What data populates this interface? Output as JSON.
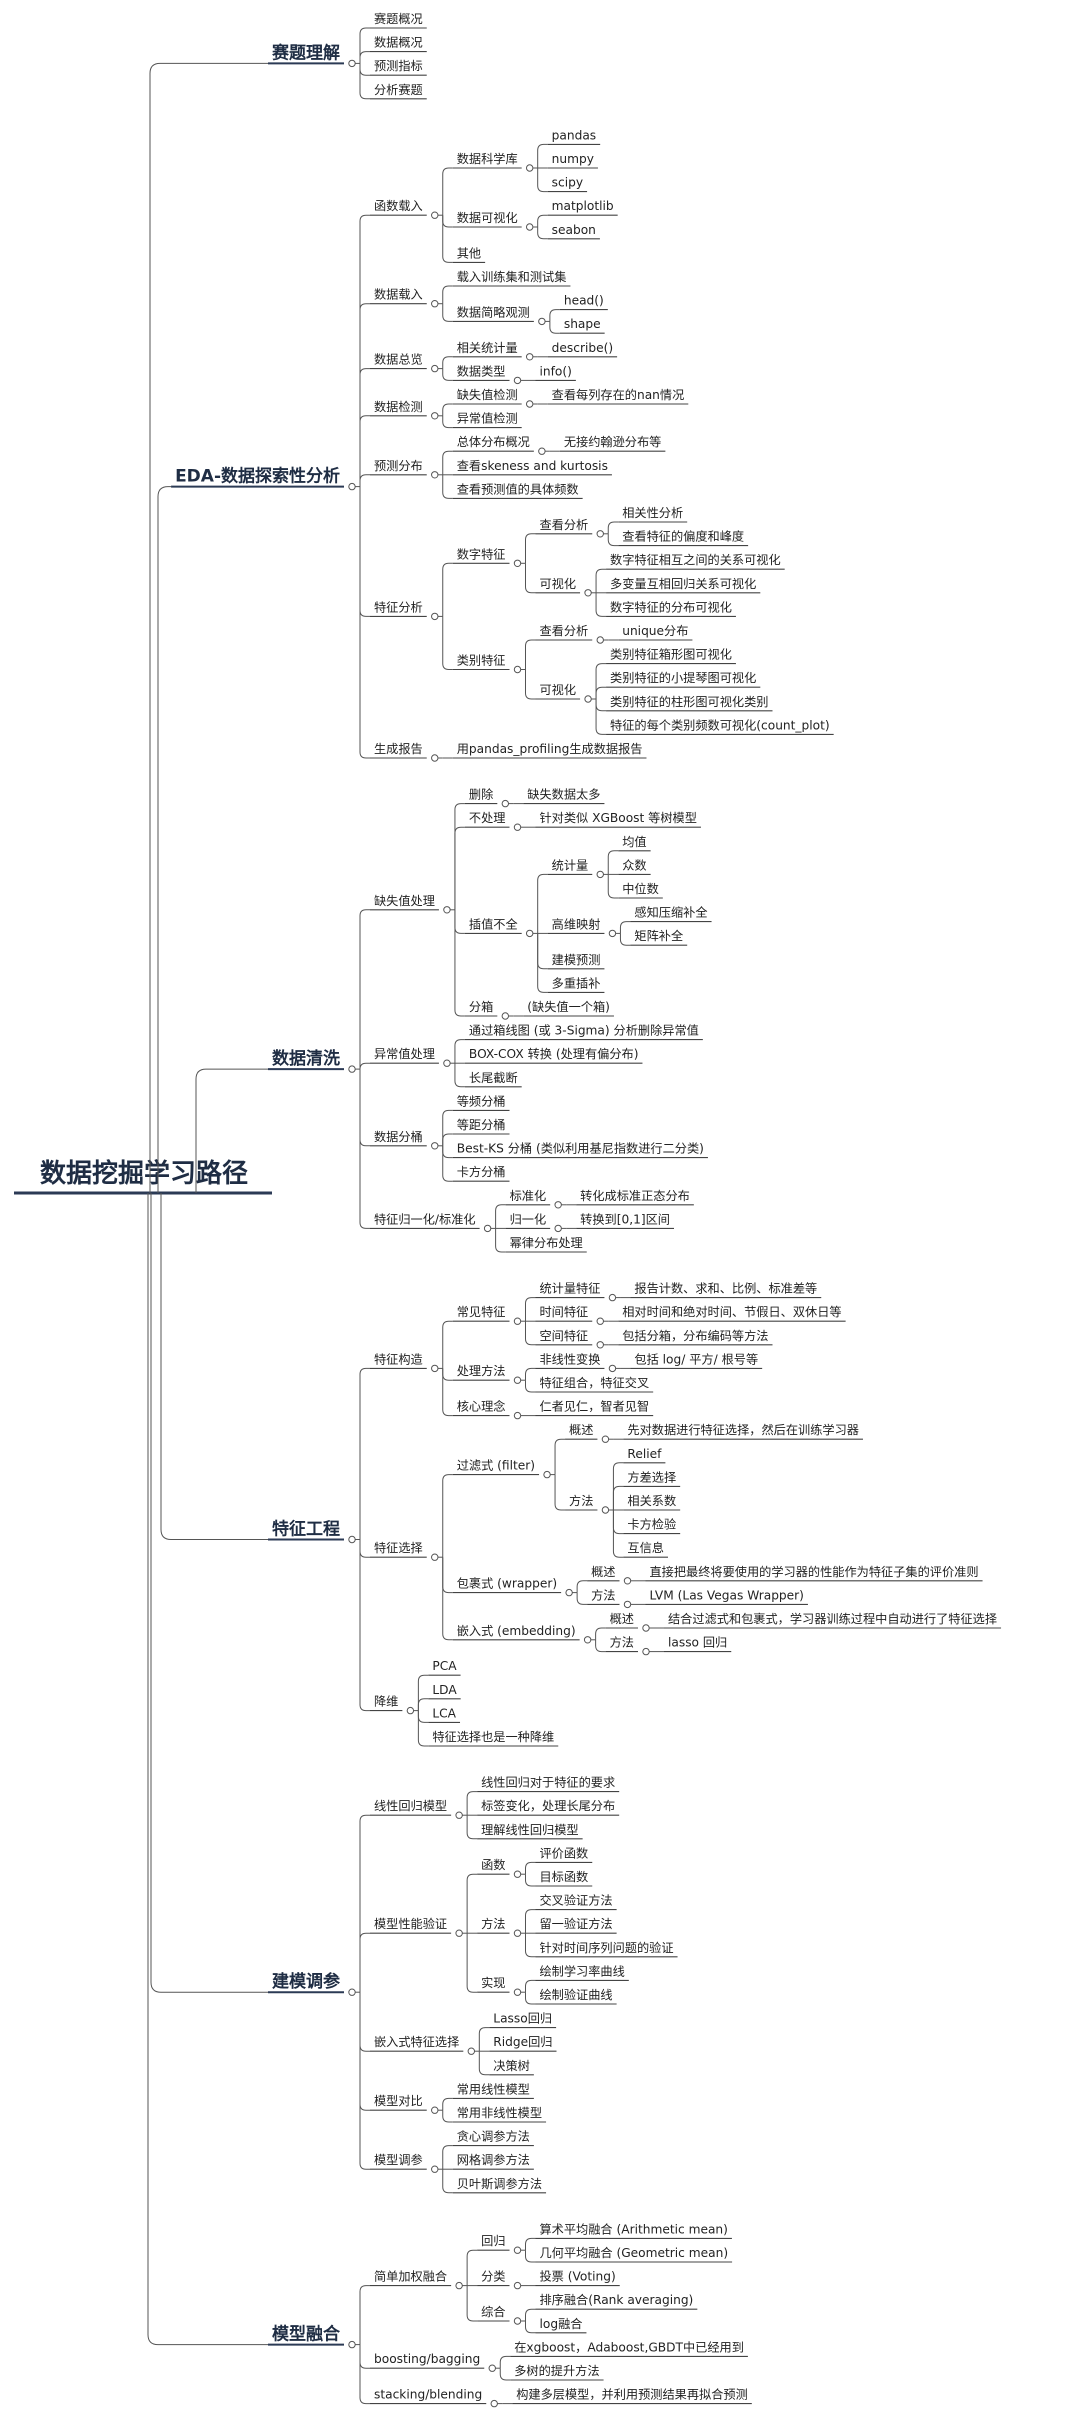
{
  "root": "数据挖掘学习路径",
  "branches": [
    {
      "label": "赛题理解",
      "children": [
        {
          "label": "赛题概况"
        },
        {
          "label": "数据概况"
        },
        {
          "label": "预测指标"
        },
        {
          "label": "分析赛题"
        }
      ]
    },
    {
      "label": "EDA-数据探索性分析",
      "children": [
        {
          "label": "函数载入",
          "children": [
            {
              "label": "数据科学库",
              "children": [
                {
                  "label": "pandas"
                },
                {
                  "label": "numpy"
                },
                {
                  "label": "scipy"
                }
              ]
            },
            {
              "label": "数据可视化",
              "children": [
                {
                  "label": "matplotlib"
                },
                {
                  "label": "seabon"
                }
              ]
            },
            {
              "label": "其他"
            }
          ]
        },
        {
          "label": "数据载入",
          "children": [
            {
              "label": "载入训练集和测试集"
            },
            {
              "label": "数据简略观测",
              "children": [
                {
                  "label": "head()"
                },
                {
                  "label": "shape"
                }
              ]
            }
          ]
        },
        {
          "label": "数据总览",
          "children": [
            {
              "label": "相关统计量",
              "children": [
                {
                  "label": "describe()"
                }
              ]
            },
            {
              "label": "数据类型",
              "children": [
                {
                  "label": "info()"
                }
              ]
            }
          ]
        },
        {
          "label": "数据检测",
          "children": [
            {
              "label": "缺失值检测",
              "children": [
                {
                  "label": "查看每列存在的nan情况"
                }
              ]
            },
            {
              "label": "异常值检测"
            }
          ]
        },
        {
          "label": "预测分布",
          "children": [
            {
              "label": "总体分布概况",
              "children": [
                {
                  "label": "无接约翰逊分布等"
                }
              ]
            },
            {
              "label": "查看skeness and kurtosis"
            },
            {
              "label": "查看预测值的具体频数"
            }
          ]
        },
        {
          "label": "特征分析",
          "children": [
            {
              "label": "数字特征",
              "children": [
                {
                  "label": "查看分析",
                  "children": [
                    {
                      "label": "相关性分析"
                    },
                    {
                      "label": "查看特征的偏度和峰度"
                    }
                  ]
                },
                {
                  "label": "可视化",
                  "children": [
                    {
                      "label": "数字特征相互之间的关系可视化"
                    },
                    {
                      "label": "多变量互相回归关系可视化"
                    },
                    {
                      "label": "数字特征的分布可视化"
                    }
                  ]
                }
              ]
            },
            {
              "label": "类别特征",
              "children": [
                {
                  "label": "查看分析",
                  "children": [
                    {
                      "label": "unique分布"
                    }
                  ]
                },
                {
                  "label": "可视化",
                  "children": [
                    {
                      "label": "类别特征箱形图可视化"
                    },
                    {
                      "label": "类别特征的小提琴图可视化"
                    },
                    {
                      "label": "类别特征的柱形图可视化类别"
                    },
                    {
                      "label": "特征的每个类别频数可视化(count_plot)"
                    }
                  ]
                }
              ]
            }
          ]
        },
        {
          "label": "生成报告",
          "children": [
            {
              "label": "用pandas_profiling生成数据报告"
            }
          ]
        }
      ]
    },
    {
      "label": "数据清洗",
      "children": [
        {
          "label": "缺失值处理",
          "children": [
            {
              "label": "删除",
              "children": [
                {
                  "label": "缺失数据太多"
                }
              ]
            },
            {
              "label": "不处理",
              "children": [
                {
                  "label": "针对类似 XGBoost 等树模型"
                }
              ]
            },
            {
              "label": "插值不全",
              "children": [
                {
                  "label": "统计量",
                  "children": [
                    {
                      "label": "均值"
                    },
                    {
                      "label": "众数"
                    },
                    {
                      "label": "中位数"
                    }
                  ]
                },
                {
                  "label": "高维映射",
                  "children": [
                    {
                      "label": "感知压缩补全"
                    },
                    {
                      "label": "矩阵补全"
                    }
                  ]
                },
                {
                  "label": "建模预测"
                },
                {
                  "label": "多重插补"
                }
              ]
            },
            {
              "label": "分箱",
              "children": [
                {
                  "label": "(缺失值一个箱)"
                }
              ]
            }
          ]
        },
        {
          "label": "异常值处理",
          "children": [
            {
              "label": "通过箱线图 (或 3-Sigma) 分析删除异常值"
            },
            {
              "label": "BOX-COX 转换 (处理有偏分布)"
            },
            {
              "label": "长尾截断"
            }
          ]
        },
        {
          "label": "数据分桶",
          "children": [
            {
              "label": "等频分桶"
            },
            {
              "label": "等距分桶"
            },
            {
              "label": "Best-KS 分桶 (类似利用基尼指数进行二分类)"
            },
            {
              "label": "卡方分桶"
            }
          ]
        },
        {
          "label": "特征归一化/标准化",
          "children": [
            {
              "label": "标准化",
              "children": [
                {
                  "label": "转化成标准正态分布"
                }
              ]
            },
            {
              "label": "归一化",
              "children": [
                {
                  "label": "转换到[0,1]区间"
                }
              ]
            },
            {
              "label": "幂律分布处理"
            }
          ]
        }
      ]
    },
    {
      "label": "特征工程",
      "children": [
        {
          "label": "特征构造",
          "children": [
            {
              "label": "常见特征",
              "children": [
                {
                  "label": "统计量特征",
                  "children": [
                    {
                      "label": "报告计数、求和、比例、标准差等"
                    }
                  ]
                },
                {
                  "label": "时间特征",
                  "children": [
                    {
                      "label": "相对时间和绝对时间、节假日、双休日等"
                    }
                  ]
                },
                {
                  "label": "空间特征",
                  "children": [
                    {
                      "label": "包括分箱，分布编码等方法"
                    }
                  ]
                }
              ]
            },
            {
              "label": "处理方法",
              "children": [
                {
                  "label": "非线性变换",
                  "children": [
                    {
                      "label": "包括 log/ 平方/ 根号等"
                    }
                  ]
                },
                {
                  "label": "特征组合，特征交叉"
                }
              ]
            },
            {
              "label": "核心理念",
              "children": [
                {
                  "label": "仁者见仁，智者见智"
                }
              ]
            }
          ]
        },
        {
          "label": "特征选择",
          "children": [
            {
              "label": "过滤式 (filter)",
              "children": [
                {
                  "label": "概述",
                  "children": [
                    {
                      "label": "先对数据进行特征选择，然后在训练学习器"
                    }
                  ]
                },
                {
                  "label": "方法",
                  "children": [
                    {
                      "label": "Relief"
                    },
                    {
                      "label": "方差选择"
                    },
                    {
                      "label": "相关系数"
                    },
                    {
                      "label": "卡方检验"
                    },
                    {
                      "label": "互信息"
                    }
                  ]
                }
              ]
            },
            {
              "label": "包裹式 (wrapper)",
              "children": [
                {
                  "label": "概述",
                  "children": [
                    {
                      "label": "直接把最终将要使用的学习器的性能作为特征子集的评价准则"
                    }
                  ]
                },
                {
                  "label": "方法",
                  "children": [
                    {
                      "label": "LVM (Las Vegas Wrapper)"
                    }
                  ]
                }
              ]
            },
            {
              "label": "嵌入式 (embedding)",
              "children": [
                {
                  "label": "概述",
                  "children": [
                    {
                      "label": "结合过滤式和包裹式，学习器训练过程中自动进行了特征选择"
                    }
                  ]
                },
                {
                  "label": "方法",
                  "children": [
                    {
                      "label": "lasso 回归"
                    }
                  ]
                }
              ]
            }
          ]
        },
        {
          "label": "降维",
          "children": [
            {
              "label": "PCA"
            },
            {
              "label": "LDA"
            },
            {
              "label": "LCA"
            },
            {
              "label": "特征选择也是一种降维"
            }
          ]
        }
      ]
    },
    {
      "label": "建模调参",
      "children": [
        {
          "label": "线性回归模型",
          "children": [
            {
              "label": "线性回归对于特征的要求"
            },
            {
              "label": "标签变化，处理长尾分布"
            },
            {
              "label": "理解线性回归模型"
            }
          ]
        },
        {
          "label": "模型性能验证",
          "children": [
            {
              "label": "函数",
              "children": [
                {
                  "label": "评价函数"
                },
                {
                  "label": "目标函数"
                }
              ]
            },
            {
              "label": "方法",
              "children": [
                {
                  "label": "交叉验证方法"
                },
                {
                  "label": "留一验证方法"
                },
                {
                  "label": "针对时间序列问题的验证"
                }
              ]
            },
            {
              "label": "实现",
              "children": [
                {
                  "label": "绘制学习率曲线"
                },
                {
                  "label": "绘制验证曲线"
                }
              ]
            }
          ]
        },
        {
          "label": "嵌入式特征选择",
          "children": [
            {
              "label": "Lasso回归"
            },
            {
              "label": "Ridge回归"
            },
            {
              "label": "决策树"
            }
          ]
        },
        {
          "label": "模型对比",
          "children": [
            {
              "label": "常用线性模型"
            },
            {
              "label": "常用非线性模型"
            }
          ]
        },
        {
          "label": "模型调参",
          "children": [
            {
              "label": "贪心调参方法"
            },
            {
              "label": "网格调参方法"
            },
            {
              "label": "贝叶斯调参方法"
            }
          ]
        }
      ]
    },
    {
      "label": "模型融合",
      "children": [
        {
          "label": "简单加权融合",
          "children": [
            {
              "label": "回归",
              "children": [
                {
                  "label": "算术平均融合 (Arithmetic mean)"
                },
                {
                  "label": "几何平均融合 (Geometric mean)"
                }
              ]
            },
            {
              "label": "分类",
              "children": [
                {
                  "label": "投票 (Voting)"
                }
              ]
            },
            {
              "label": "综合",
              "children": [
                {
                  "label": "排序融合(Rank averaging)"
                },
                {
                  "label": "log融合"
                }
              ]
            }
          ]
        },
        {
          "label": "boosting/bagging",
          "children": [
            {
              "label": "在xgboost，Adaboost,GBDT中已经用到"
            },
            {
              "label": "多树的提升方法"
            }
          ]
        },
        {
          "label": "stacking/blending",
          "children": [
            {
              "label": "构建多层模型，并利用预测结果再拟合预测"
            }
          ]
        }
      ]
    }
  ]
}
